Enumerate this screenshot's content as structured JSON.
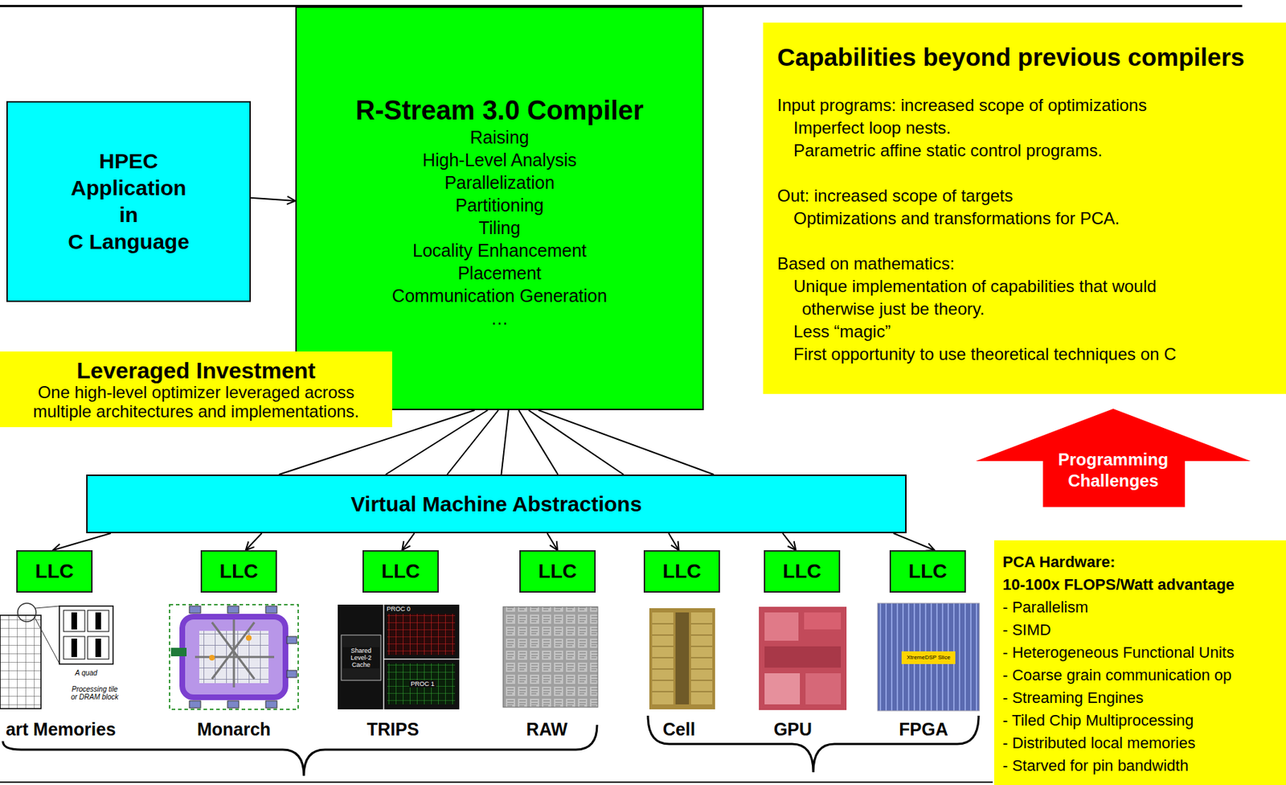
{
  "diagram": {
    "nodes": [
      {
        "text": [
          "HPEC Application in C Language"
        ]
      },
      {
        "text": [
          "R-Stream 3.0 Compiler",
          "Raising",
          "High-Level Analysis",
          "Parallelization",
          "Partitioning",
          "Tiling",
          "Locality Enhancement",
          "Placement",
          "Communication Generation",
          "…"
        ]
      },
      {
        "text": [
          "Capabilities beyond previous compilers",
          "Input programs: increased scope of optimizations",
          "Imperfect loop nests.",
          "Parametric affine static control programs.",
          "Out: increased scope of targets",
          "Optimizations and transformations for PCA.",
          "Based on mathematics:",
          "Unique implementation of capabilities that would otherwise just be theory.",
          "Less “magic”",
          "First opportunity to use theoretical techniques on C"
        ]
      },
      {
        "text": [
          "Leveraged Investment",
          "One high-level optimizer leveraged across multiple architectures and implementations."
        ]
      },
      {
        "text": [
          "Programming Challenges"
        ]
      },
      {
        "text": [
          "Virtual Machine Abstractions"
        ]
      },
      {
        "text": [
          "LLC"
        ]
      },
      {
        "text": [
          "LLC"
        ]
      },
      {
        "text": [
          "LLC"
        ]
      },
      {
        "text": [
          "LLC"
        ]
      },
      {
        "text": [
          "LLC"
        ]
      },
      {
        "text": [
          "LLC"
        ]
      },
      {
        "text": [
          "LLC"
        ]
      },
      {
        "text": [
          "PCA Hardware:",
          "10-100x FLOPS/Watt advantage",
          "- Parallelism",
          "- SIMD",
          "- Heterogeneous Functional Units",
          "- Coarse grain communication op",
          "- Streaming Engines",
          "- Tiled Chip Multiprocessing",
          "- Distributed local memories",
          "- Starved for pin bandwidth"
        ]
      }
    ],
    "edges": [
      {
        "from": 0,
        "to": 1,
        "arrow": "to"
      },
      {
        "from": 1,
        "to": 5,
        "arrow": "none"
      },
      {
        "from": 1,
        "to": 5,
        "arrow": "none"
      },
      {
        "from": 1,
        "to": 5,
        "arrow": "none"
      },
      {
        "from": 1,
        "to": 5,
        "arrow": "none"
      },
      {
        "from": 1,
        "to": 5,
        "arrow": "none"
      },
      {
        "from": 1,
        "to": 5,
        "arrow": "none"
      },
      {
        "from": 1,
        "to": 5,
        "arrow": "none"
      },
      {
        "from": 5,
        "to": 6,
        "arrow": "to"
      },
      {
        "from": 5,
        "to": 7,
        "arrow": "to"
      },
      {
        "from": 5,
        "to": 8,
        "arrow": "to"
      },
      {
        "from": 5,
        "to": 9,
        "arrow": "to"
      },
      {
        "from": 5,
        "to": 10,
        "arrow": "to"
      },
      {
        "from": 5,
        "to": 11,
        "arrow": "to"
      },
      {
        "from": 5,
        "to": 12,
        "arrow": "to"
      }
    ],
    "labels": [
      "art Memories",
      "Monarch",
      "TRIPS",
      "RAW",
      "Cell",
      "GPU",
      "FPGA",
      "A quad",
      "Processing tile or DRAM block",
      "PROC 0",
      "Shared Level-2 Cache",
      "PROC 1",
      "XtremeDSP Slice"
    ]
  }
}
